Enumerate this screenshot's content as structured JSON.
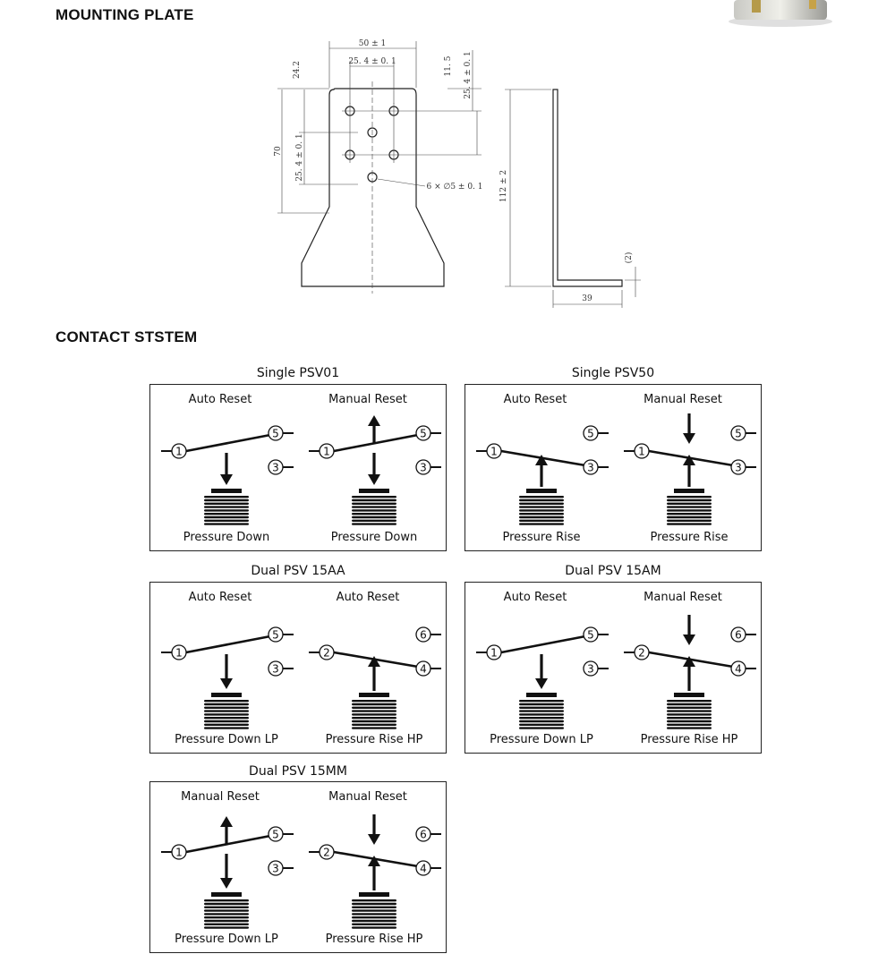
{
  "mounting_plate": {
    "title": "MOUNTING PLATE",
    "dimensions": {
      "width": "50 ± 1",
      "hole_spacing_h": "25. 4 ± 0. 1",
      "top_offset": "24.2",
      "height_70": "70",
      "hole_spacing_v": "25. 4 ± 0. 1",
      "top_edge": "11. 5",
      "right_spacing": "25. 4 ± 0. 1",
      "holes": "6 × ∅5 ± 0. 1",
      "side_height": "112 ± 2",
      "thickness": "(2)",
      "foot_length": "39"
    }
  },
  "contact_system": {
    "title": "CONTACT STSTEM",
    "panels": [
      {
        "title": "Single PSV01",
        "left": {
          "reset": "Auto Reset",
          "common": "1",
          "top": "5",
          "bottom": "3",
          "caption": "Pressure Down"
        },
        "right": {
          "reset": "Manual Reset",
          "common": "1",
          "top": "5",
          "bottom": "3",
          "caption": "Pressure Down"
        }
      },
      {
        "title": "Single PSV50",
        "left": {
          "reset": "Auto Reset",
          "common": "1",
          "top": "5",
          "bottom": "3",
          "caption": "Pressure Rise"
        },
        "right": {
          "reset": "Manual Reset",
          "common": "1",
          "top": "5",
          "bottom": "3",
          "caption": "Pressure Rise"
        }
      },
      {
        "title": "Dual PSV 15AA",
        "left": {
          "reset": "Auto Reset",
          "common": "1",
          "top": "5",
          "bottom": "3",
          "caption": "Pressure Down LP"
        },
        "right": {
          "reset": "Auto Reset",
          "common": "2",
          "top": "6",
          "bottom": "4",
          "caption": "Pressure Rise HP"
        }
      },
      {
        "title": "Dual PSV 15AM",
        "left": {
          "reset": "Auto Reset",
          "common": "1",
          "top": "5",
          "bottom": "3",
          "caption": "Pressure Down LP"
        },
        "right": {
          "reset": "Manual Reset",
          "common": "2",
          "top": "6",
          "bottom": "4",
          "caption": "Pressure Rise HP"
        }
      },
      {
        "title": "Dual PSV 15MM",
        "left": {
          "reset": "Manual Reset",
          "common": "1",
          "top": "5",
          "bottom": "3",
          "caption": "Pressure Down LP"
        },
        "right": {
          "reset": "Manual Reset",
          "common": "2",
          "top": "6",
          "bottom": "4",
          "caption": "Pressure Rise HP"
        }
      }
    ]
  }
}
